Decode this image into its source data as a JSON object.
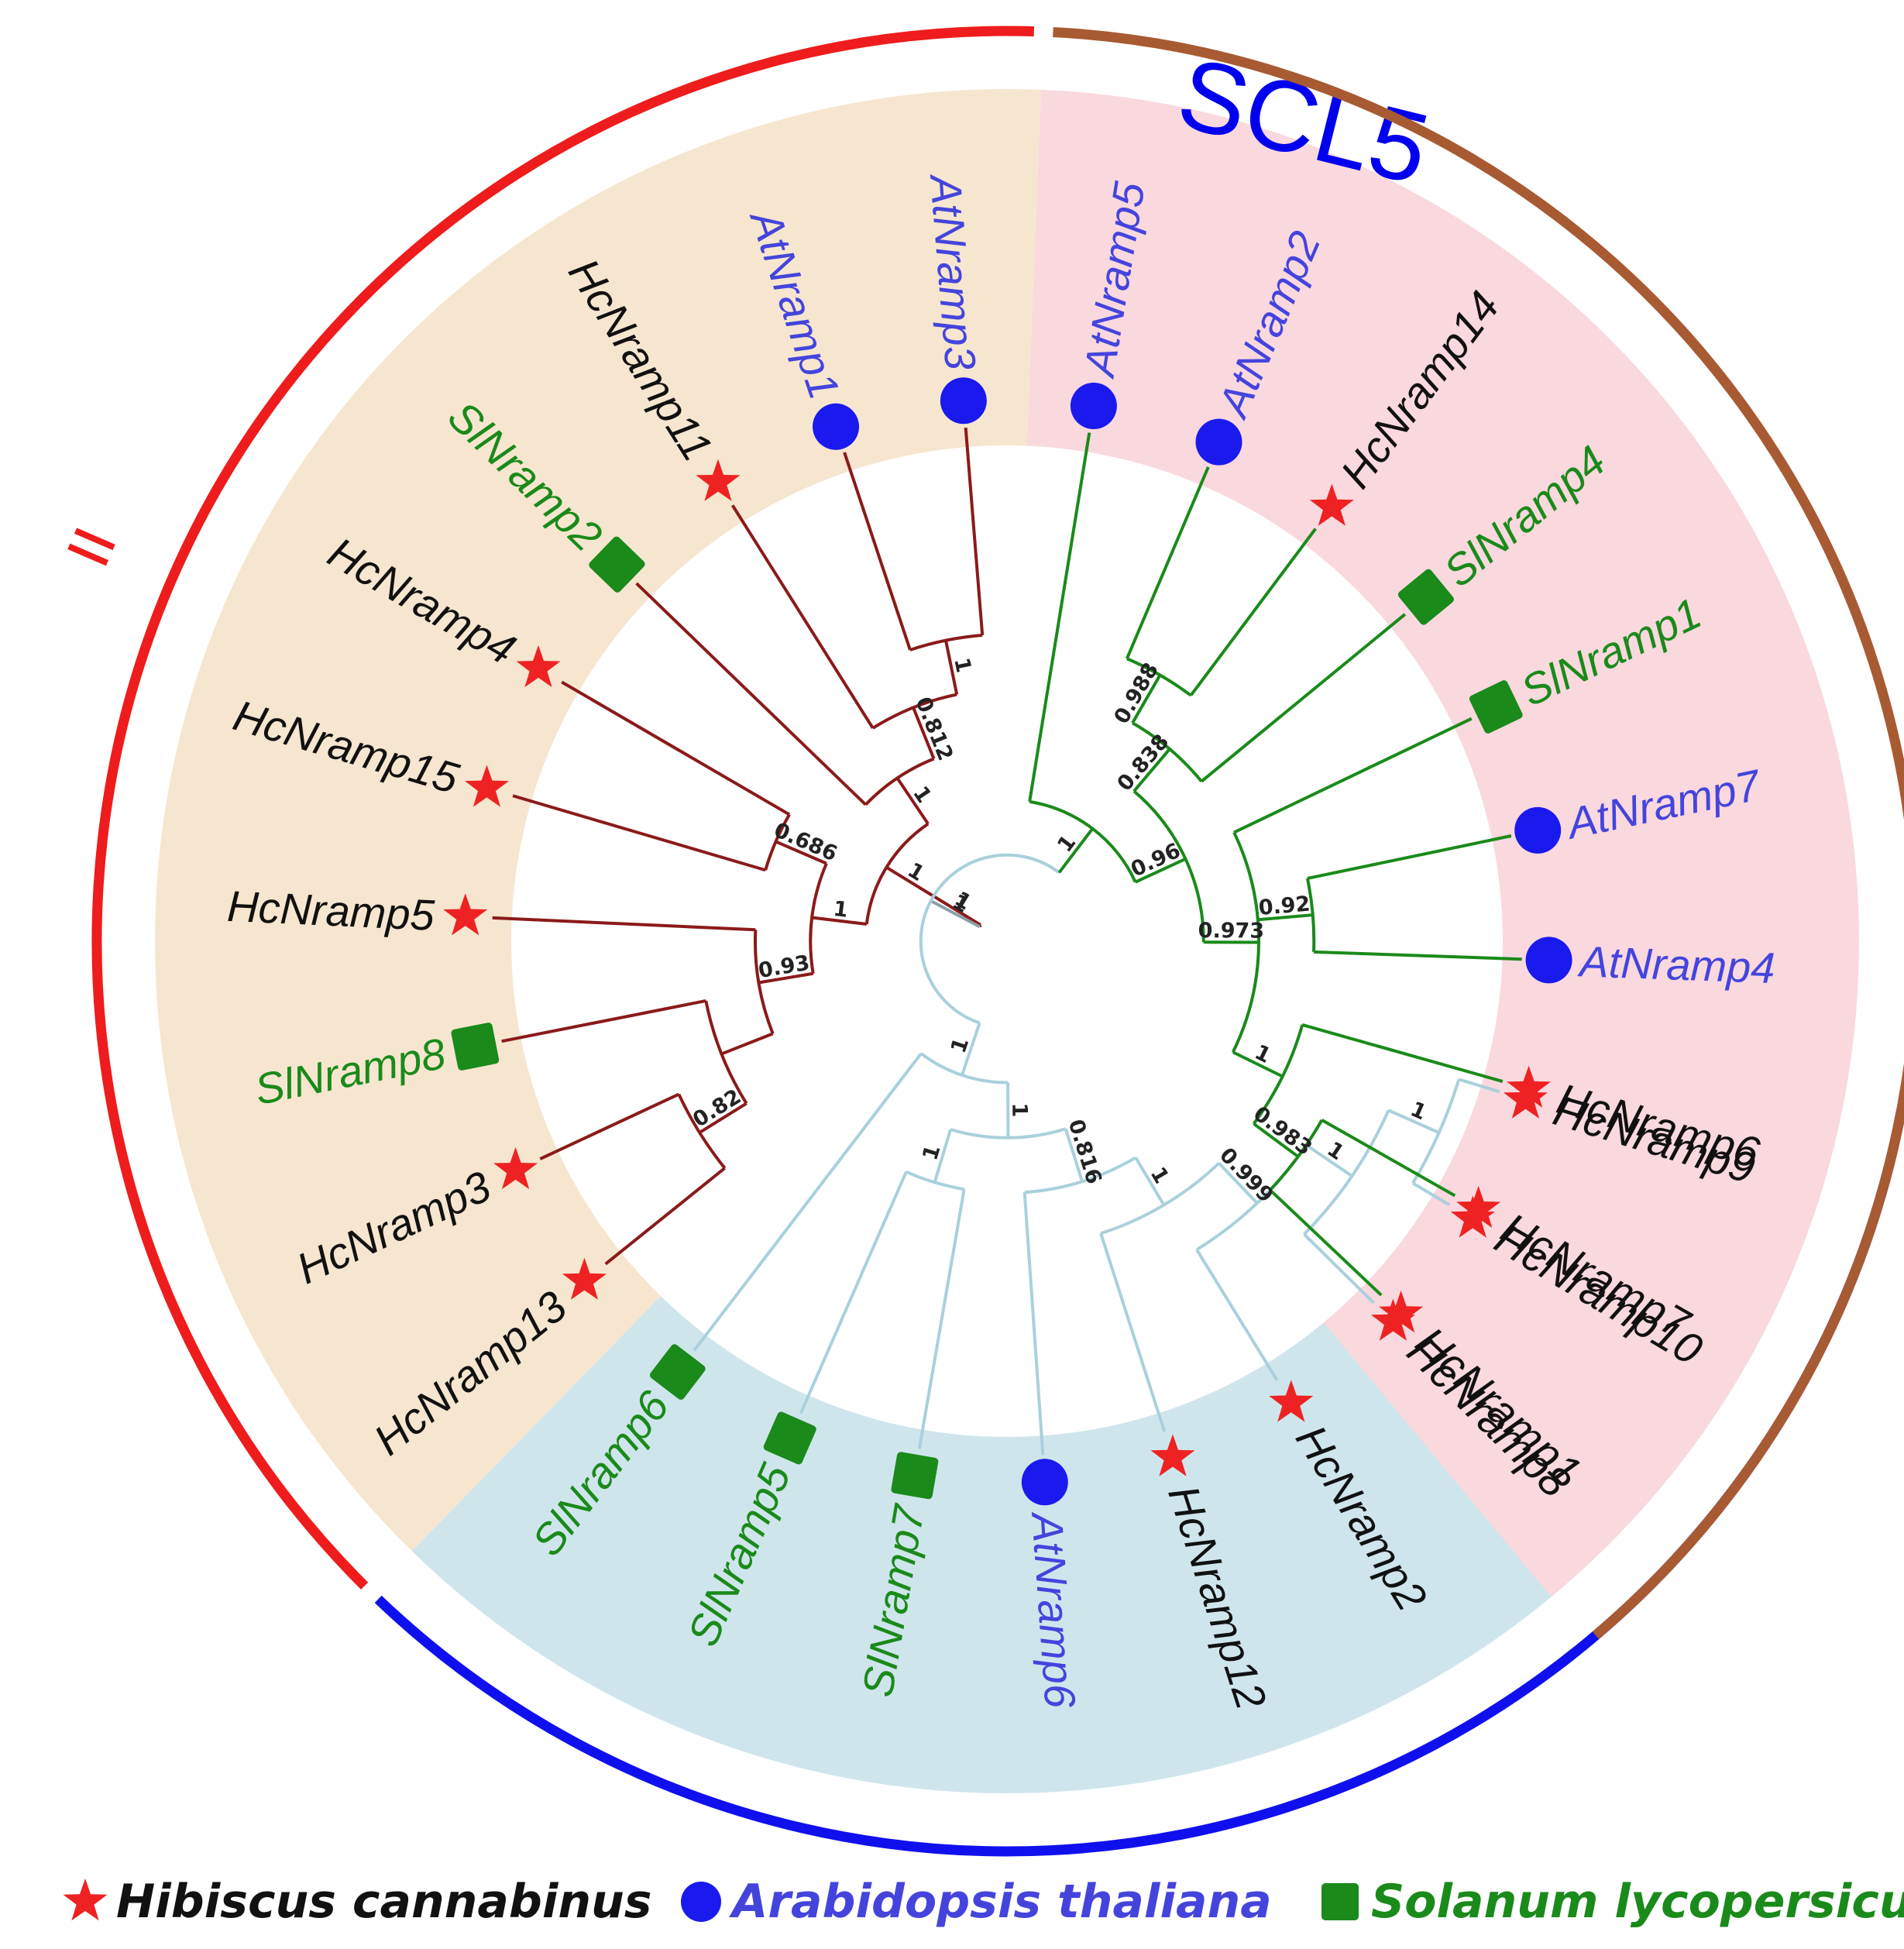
{
  "clade_label": "SCL5",
  "species_legend": [
    {
      "key": "hc",
      "label": "Hibiscus cannabinus",
      "marker": "star",
      "color": "#ee2222",
      "text_color": "#111111"
    },
    {
      "key": "at",
      "label": "Arabidopsis thaliana",
      "marker": "circle",
      "color": "#1a1aee",
      "text_color": "#4444dd"
    },
    {
      "key": "sl",
      "label": "Solanum lycopersicu",
      "marker": "square",
      "color": "#1a8a1a",
      "text_color": "#1a8a1a"
    }
  ],
  "groups": [
    {
      "id": "SCL5",
      "bg": "#cfe5ec",
      "bar_color": "#1010ee",
      "branch_color": "#a9d0dc"
    },
    {
      "id": "II",
      "label": "II",
      "bg": "#f6e6cf",
      "bar_color": "#ee1c1c",
      "branch_color": "#8b1a1a"
    },
    {
      "id": "I",
      "label": "I",
      "bg": "#f9d8de",
      "bar_color": "#a85a32",
      "branch_color": "#1a8a1a"
    }
  ],
  "leaves": [
    {
      "id": "HcNramp9",
      "species": "hc",
      "group": "SCL5"
    },
    {
      "id": "HcNramp10",
      "species": "hc",
      "group": "SCL5"
    },
    {
      "id": "HcNramp8",
      "species": "hc",
      "group": "SCL5"
    },
    {
      "id": "HcNramp2",
      "species": "hc",
      "group": "SCL5"
    },
    {
      "id": "HcNramp12",
      "species": "hc",
      "group": "SCL5"
    },
    {
      "id": "AtNramp6",
      "species": "at",
      "group": "SCL5"
    },
    {
      "id": "SlNramp7",
      "species": "sl",
      "group": "SCL5"
    },
    {
      "id": "SlNramp5",
      "species": "sl",
      "group": "SCL5"
    },
    {
      "id": "SlNramp6",
      "species": "sl",
      "group": "SCL5"
    },
    {
      "id": "HcNramp13",
      "species": "hc",
      "group": "II"
    },
    {
      "id": "HcNramp3",
      "species": "hc",
      "group": "II"
    },
    {
      "id": "SlNramp8",
      "species": "sl",
      "group": "II"
    },
    {
      "id": "HcNramp5",
      "species": "hc",
      "group": "II"
    },
    {
      "id": "HcNramp15",
      "species": "hc",
      "group": "II"
    },
    {
      "id": "HcNramp4",
      "species": "hc",
      "group": "II"
    },
    {
      "id": "SlNramp2",
      "species": "sl",
      "group": "II"
    },
    {
      "id": "HcNramp11",
      "species": "hc",
      "group": "II"
    },
    {
      "id": "AtNramp1",
      "species": "at",
      "group": "II"
    },
    {
      "id": "AtNramp3",
      "species": "at",
      "group": "II"
    },
    {
      "id": "AtNramp5",
      "species": "at",
      "group": "I"
    },
    {
      "id": "AtNramp2",
      "species": "at",
      "group": "I"
    },
    {
      "id": "HcNramp14",
      "species": "hc",
      "group": "I"
    },
    {
      "id": "SlNramp4",
      "species": "sl",
      "group": "I"
    },
    {
      "id": "SlNramp1",
      "species": "sl",
      "group": "I"
    },
    {
      "id": "AtNramp7",
      "species": "at",
      "group": "I"
    },
    {
      "id": "AtNramp4",
      "species": "at",
      "group": "I"
    },
    {
      "id": "HcNramp6",
      "species": "hc",
      "group": "I"
    },
    {
      "id": "HcNramp7",
      "species": "hc",
      "group": "I"
    },
    {
      "id": "HcNramp1",
      "species": "hc",
      "group": "I"
    }
  ],
  "tree": {
    "group": "root",
    "children": [
      {
        "support": "1",
        "group": "II",
        "children": [
          {
            "support": "1",
            "children": [
              {
                "support": "1",
                "children": [
                  {
                    "support": "0.686",
                    "children": [
                      {
                        "leaf": "HcNramp15"
                      },
                      {
                        "leaf": "HcNramp4"
                      }
                    ]
                  },
                  {
                    "support": "0.93",
                    "children": [
                      {
                        "leaf": "HcNramp5"
                      },
                      {
                        "children": [
                          {
                            "leaf": "SlNramp8"
                          },
                          {
                            "support": "0.82",
                            "children": [
                              {
                                "leaf": "HcNramp13"
                              },
                              {
                                "leaf": "HcNramp3"
                              }
                            ]
                          }
                        ]
                      }
                    ]
                  }
                ]
              },
              {
                "support": "1",
                "children": [
                  {
                    "leaf": "SlNramp2"
                  },
                  {
                    "support": "0.812",
                    "children": [
                      {
                        "leaf": "HcNramp11"
                      },
                      {
                        "support": "1",
                        "children": [
                          {
                            "leaf": "AtNramp1"
                          },
                          {
                            "leaf": "AtNramp3"
                          }
                        ]
                      }
                    ]
                  }
                ]
              }
            ]
          }
        ]
      },
      {
        "support": "1",
        "group": "rest",
        "children": [
          {
            "support": "1",
            "group": "SCL5",
            "children": [
              {
                "leaf": "SlNramp6"
              },
              {
                "support": "1",
                "children": [
                  {
                    "support": "1",
                    "children": [
                      {
                        "leaf": "SlNramp7"
                      },
                      {
                        "leaf": "SlNramp5"
                      }
                    ]
                  },
                  {
                    "support": "0.816",
                    "children": [
                      {
                        "leaf": "AtNramp6"
                      },
                      {
                        "support": "1",
                        "children": [
                          {
                            "leaf": "HcNramp12"
                          },
                          {
                            "support": "0.999",
                            "children": [
                              {
                                "leaf": "HcNramp2"
                              },
                              {
                                "support": "1",
                                "children": [
                                  {
                                    "leaf": "HcNramp8"
                                  },
                                  {
                                    "support": "1",
                                    "children": [
                                      {
                                        "leaf": "HcNramp10"
                                      },
                                      {
                                        "leaf": "HcNramp9"
                                      }
                                    ]
                                  }
                                ]
                              }
                            ]
                          }
                        ]
                      }
                    ]
                  }
                ]
              }
            ]
          },
          {
            "support": "1",
            "group": "I",
            "children": [
              {
                "leaf": "AtNramp5"
              },
              {
                "support": "0.96",
                "children": [
                  {
                    "support": "0.838",
                    "children": [
                      {
                        "support": "0.988",
                        "children": [
                          {
                            "leaf": "AtNramp2"
                          },
                          {
                            "leaf": "HcNramp14"
                          }
                        ]
                      },
                      {
                        "leaf": "SlNramp4"
                      }
                    ]
                  },
                  {
                    "support": "0.973",
                    "children": [
                      {
                        "leaf": "SlNramp1"
                      },
                      {
                        "support": "0.92",
                        "children": [
                          {
                            "leaf": "AtNramp7"
                          },
                          {
                            "leaf": "AtNramp4"
                          }
                        ]
                      },
                      {
                        "support": "1",
                        "children": [
                          {
                            "leaf": "HcNramp6"
                          },
                          {
                            "support": "0.983",
                            "children": [
                              {
                                "leaf": "HcNramp7"
                              },
                              {
                                "leaf": "HcNramp1"
                              }
                            ]
                          }
                        ]
                      }
                    ]
                  }
                ]
              }
            ]
          }
        ]
      }
    ]
  }
}
